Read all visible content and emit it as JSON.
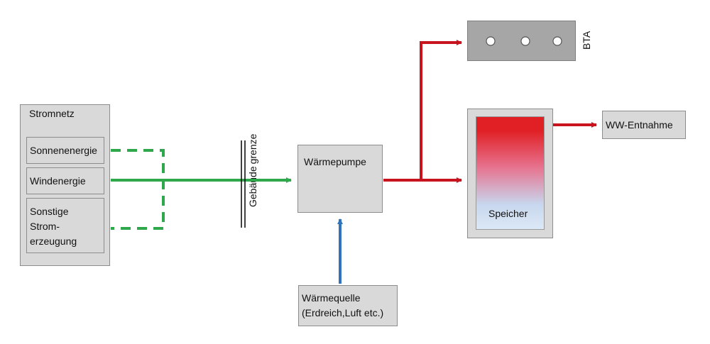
{
  "stromnetz": {
    "title": "Stromnetz",
    "sources": [
      "Sonnenenergie",
      "Windenergie",
      "Sonstige Strom-erzeugung"
    ],
    "sonstige_lines": [
      "Sonstige",
      "Strom-",
      "erzeugung"
    ]
  },
  "boundary": {
    "label_1": "Gebäude",
    "label_2": "grenze"
  },
  "waermepumpe": "Wärmepumpe",
  "waermequelle": {
    "line1": "Wärmequelle",
    "line2": "(Erdreich,Luft etc.)"
  },
  "bta": "BTA",
  "speicher": "Speicher",
  "ww_entnahme": "WW-Entnahme",
  "colors": {
    "green": "#2ea84a",
    "red": "#c8141e",
    "blue": "#2f73b8",
    "box_fill": "#d9d9d9",
    "box_border": "#8c8c8c"
  }
}
